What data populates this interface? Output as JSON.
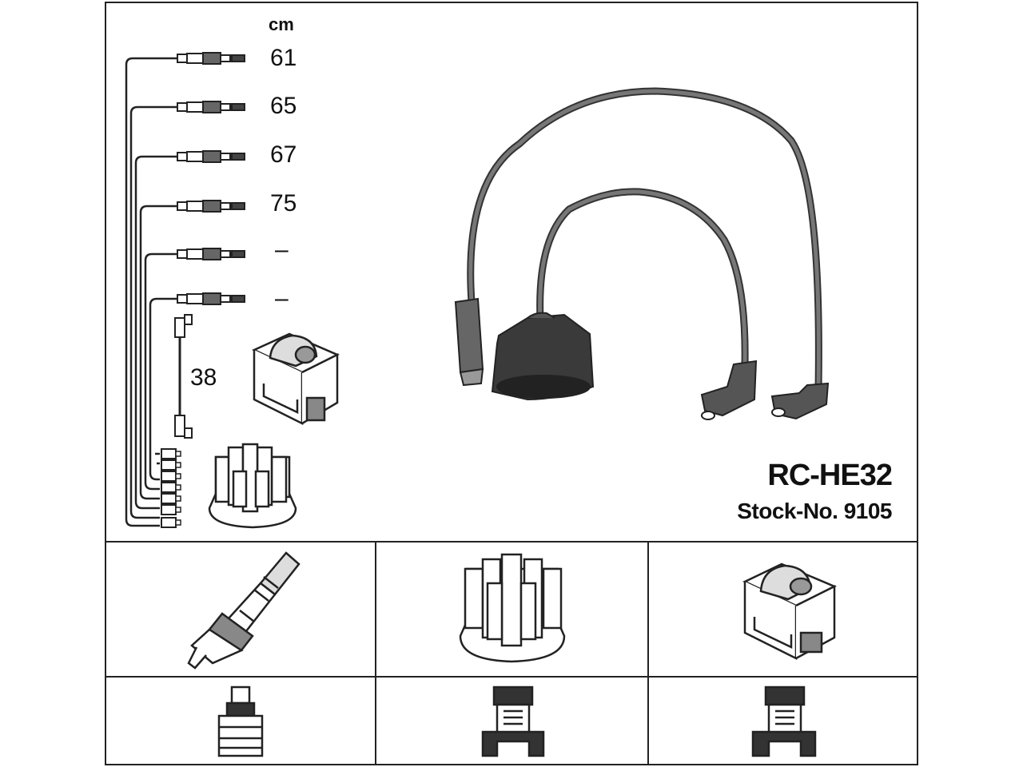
{
  "header": {
    "unit_label": "cm"
  },
  "lengths": [
    "61",
    "65",
    "67",
    "75",
    "–",
    "–"
  ],
  "coil_lead_length": "38",
  "product": {
    "code": "RC-HE32",
    "stock_number": "Stock-No. 9105"
  },
  "icons": {
    "spark_plug": "spark-plug-icon",
    "distributor_cap": "distributor-cap-icon",
    "ignition_coil": "ignition-coil-icon",
    "plug_terminal": "plug-terminal-icon",
    "cap_terminal": "cap-terminal-icon",
    "coil_terminal": "coil-terminal-icon"
  }
}
